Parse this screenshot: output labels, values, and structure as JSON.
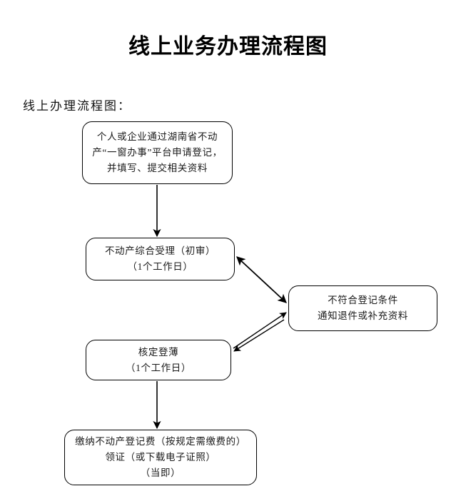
{
  "page": {
    "title": "线上业务办理流程图",
    "subtitle": "线上办理流程图："
  },
  "flow": {
    "nodes": [
      {
        "id": "apply",
        "name": "apply-registration-box",
        "lines": [
          "个人或企业通过湖南省不动",
          "产“一窗办事”平台申请登记，",
          "并填写、提交相关资料"
        ]
      },
      {
        "id": "accept",
        "name": "comprehensive-acceptance-box",
        "lines": [
          "不动产综合受理（初审）",
          "（1个工作日）"
        ]
      },
      {
        "id": "reject",
        "name": "non-compliant-notice-box",
        "lines": [
          "不符合登记条件",
          "通知退件或补充资料"
        ]
      },
      {
        "id": "verify",
        "name": "verify-register-box",
        "lines": [
          "核定登薄",
          "（1个工作日）"
        ]
      },
      {
        "id": "pay",
        "name": "pay-and-collect-certificate-box",
        "lines": [
          "缴纳不动产登记费（按规定需缴费的）",
          "领证（或下载电子证照）",
          "（当即）"
        ]
      }
    ],
    "edges": [
      {
        "from": "apply",
        "to": "accept",
        "style": "vertical-arrow"
      },
      {
        "from": "accept",
        "to": "reject",
        "style": "diagonal-double-arrow"
      },
      {
        "from": "reject",
        "to": "verify",
        "style": "diagonal-arrow"
      },
      {
        "from": "verify",
        "to": "reject",
        "style": "diagonal-arrow"
      },
      {
        "from": "verify",
        "to": "pay",
        "style": "vertical-arrow"
      }
    ]
  },
  "colors": {
    "stroke": "#000000",
    "text": "#1a1a1a",
    "background": "#ffffff"
  }
}
